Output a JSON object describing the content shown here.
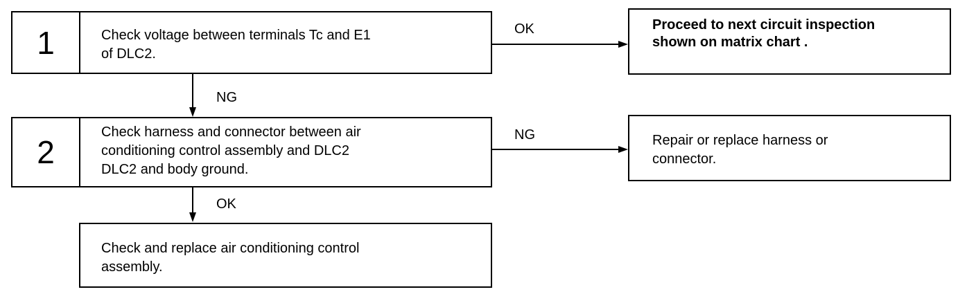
{
  "steps": [
    {
      "number": "1",
      "text": "Check voltage between terminals Tc and E1\nof DLC2."
    },
    {
      "number": "2",
      "text": "Check harness and connector between air\nconditioning control assembly and DLC2\nDLC2 and body ground."
    }
  ],
  "final_step": {
    "text": "Check and replace air conditioning control\nassembly."
  },
  "results": [
    {
      "text": "Proceed to next circuit inspection\nshown on matrix chart ."
    },
    {
      "text": "Repair or replace harness or\nconnector."
    }
  ],
  "edges": {
    "step1_right": "OK",
    "step1_down": "NG",
    "step2_right": "NG",
    "step2_down": "OK"
  }
}
